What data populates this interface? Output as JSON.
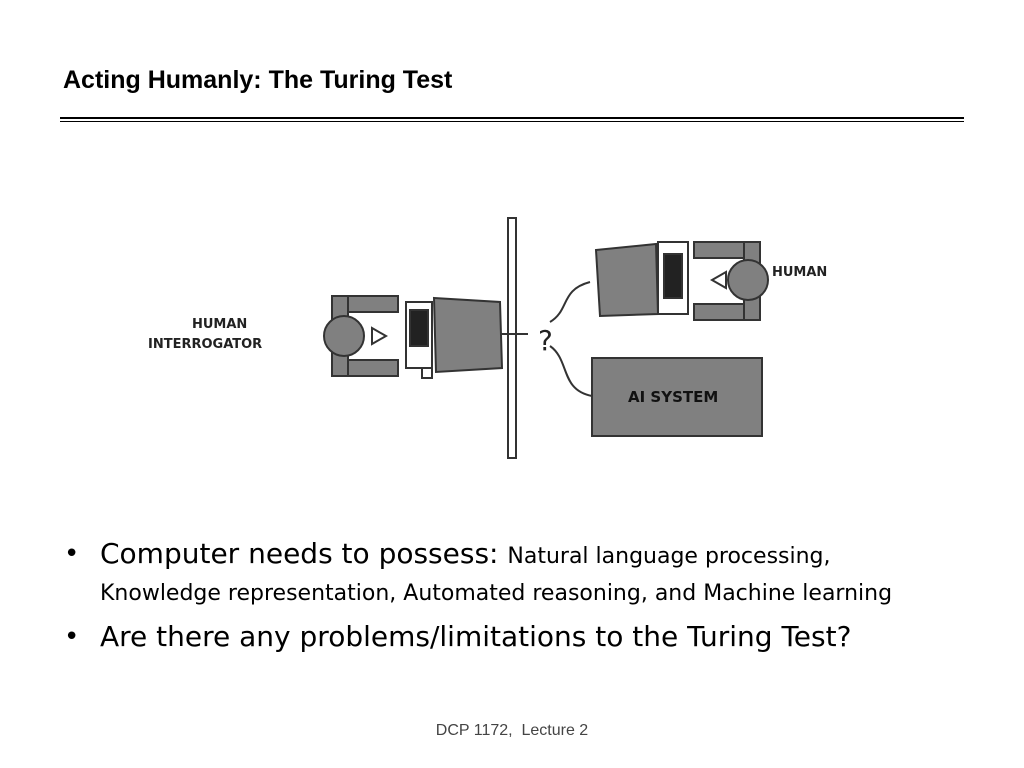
{
  "slide": {
    "title": "Acting Humanly: The Turing Test",
    "figure": {
      "label_interrogator_line1": "HUMAN",
      "label_interrogator_line2": "INTERROGATOR",
      "label_human": "HUMAN",
      "label_ai": "AI SYSTEM",
      "question_mark": "?",
      "colors": {
        "fill": "#808080",
        "stroke": "#333333"
      }
    },
    "bullets": [
      {
        "lead": "Computer needs to possess: ",
        "detail": "Natural language processing, Knowledge representation, Automated reasoning, and Machine learning"
      },
      {
        "text": "Are there any problems/limitations to the Turing Test?"
      }
    ],
    "footer": "DCP 1172,  Lecture 2"
  }
}
